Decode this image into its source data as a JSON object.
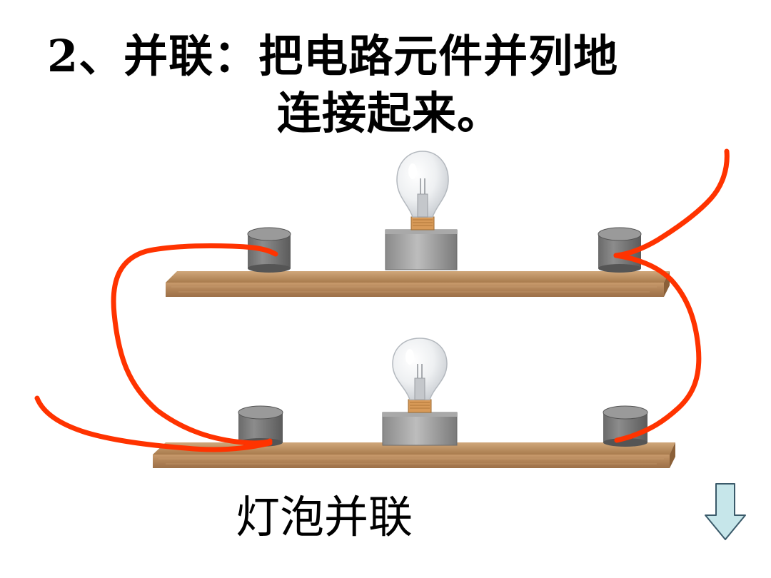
{
  "title": {
    "line1": "2、并联：把电路元件并列地",
    "line2": "连接起来。"
  },
  "caption": "灯泡并联",
  "colors": {
    "wire": "#ff3300",
    "board": "#b78a5a",
    "terminal": "#6f6f6f",
    "lamp_base": "#8a8a8a",
    "arrow_fill": "#c6e6ea",
    "arrow_stroke": "#3a5a6a"
  },
  "icons": {
    "next": "down-arrow-icon",
    "lamp": "light-bulb-icon"
  }
}
